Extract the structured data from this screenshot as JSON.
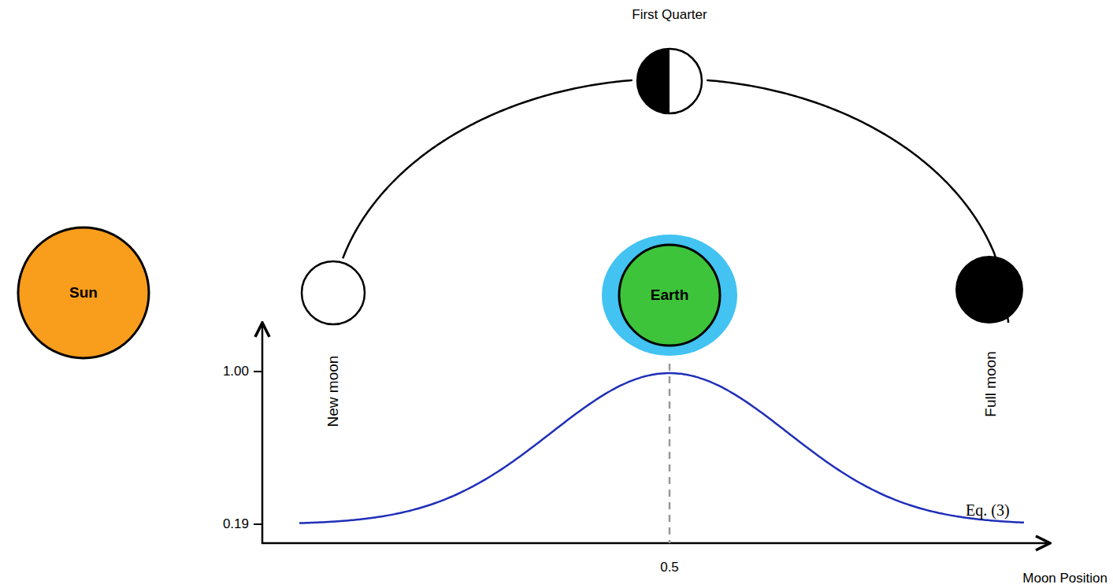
{
  "diagram": {
    "nodes": [
      {
        "text": [
          "Sun"
        ]
      },
      {
        "text": [
          "New moon"
        ]
      },
      {
        "text": [
          "First Quarter"
        ]
      },
      {
        "text": [
          "Earth"
        ]
      },
      {
        "text": [
          "Full moon"
        ]
      }
    ],
    "edges": [
      {
        "from": 1,
        "to": 2,
        "arrow": "none"
      },
      {
        "from": 2,
        "to": 4,
        "arrow": "none"
      }
    ],
    "labels": [
      "1.00",
      "0.19",
      "0.5",
      "Moon Position",
      "Eq. (3)"
    ]
  }
}
